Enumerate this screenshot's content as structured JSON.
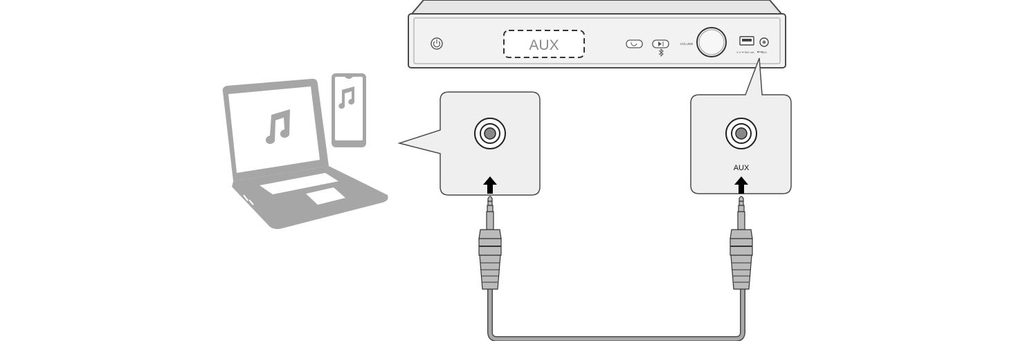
{
  "device": {
    "display_text": "AUX",
    "volume_label": "VOLUME",
    "usb_label": "5 V ⎓ 500 mA",
    "aux_port_label": "AUX"
  },
  "zoom_right": {
    "port_label": "AUX"
  },
  "colors": {
    "outline": "#4a4a4a",
    "device_fill": "#f2f2f2",
    "callout_fill": "#efefef",
    "source_gray": "#a6a6a6",
    "cable": "#9a9a9a",
    "arrow": "#000000"
  },
  "icons": [
    "power-icon",
    "music-note-icon",
    "bluetooth-icon",
    "usb-icon",
    "arrow-up-icon",
    "jack-plug-icon"
  ]
}
